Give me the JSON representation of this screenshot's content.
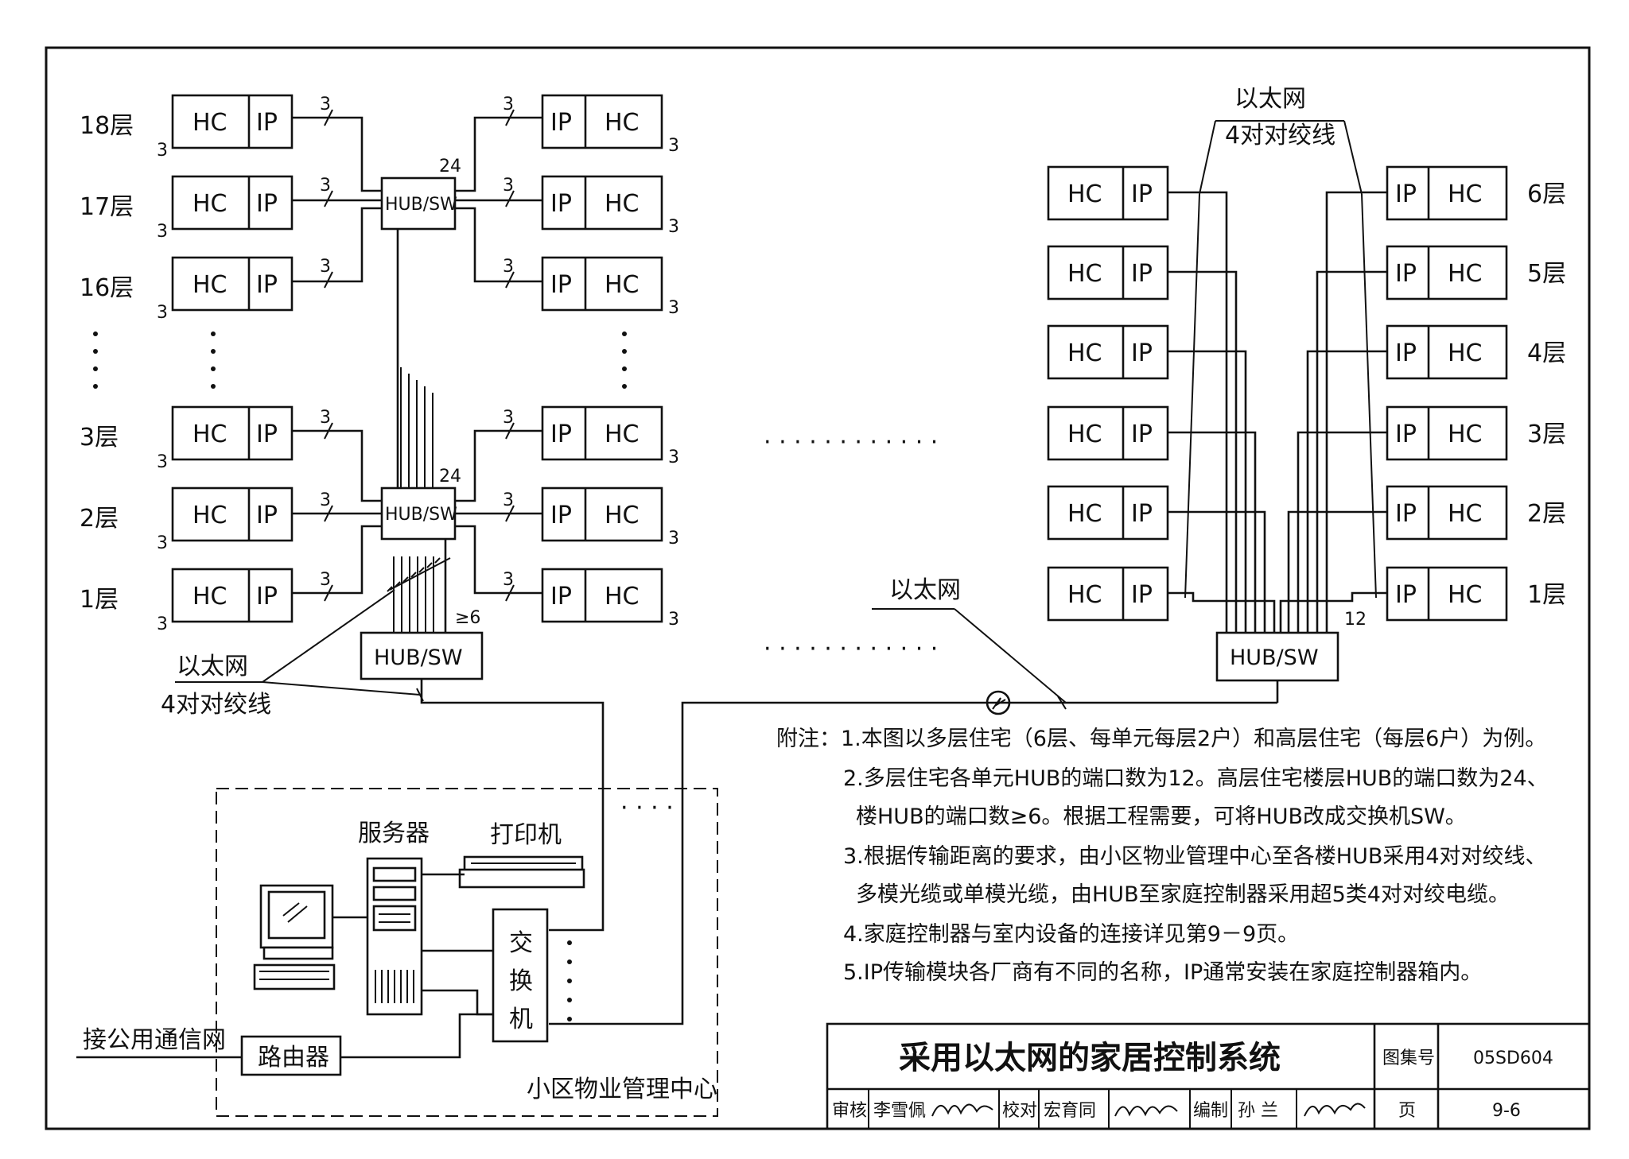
{
  "labels": {
    "hc": "HC",
    "ip": "IP",
    "hub": "HUB/SW",
    "port_count": "3",
    "port_24": "24",
    "port_12": "12",
    "port_ge6": "≥6",
    "ethernet": "以太网",
    "twisted_pair": "4对对绞线",
    "server": "服务器",
    "printer": "打印机",
    "switch_chars": [
      "交",
      "换",
      "机"
    ],
    "router": "路由器",
    "public_net": "接公用通信网",
    "center": "小区物业管理中心",
    "ellipsis_h": "· · · · · · · · · · · ·",
    "ellipsis_short": "· · · ·",
    "ellipsis_v": "·"
  },
  "floors_left": [
    "18层",
    "17层",
    "16层",
    "3层",
    "2层",
    "1层"
  ],
  "floors_right": [
    "6层",
    "5层",
    "4层",
    "3层",
    "2层",
    "1层"
  ],
  "notes": [
    "附注：1.本图以多层住宅（6层、每单元每层2户）和高层住宅（每层6户）为例。",
    "2.多层住宅各单元HUB的端口数为12。高层住宅楼层HUB的端口数为24、",
    "楼HUB的端口数≥6。根据工程需要，可将HUB改成交换机SW。",
    "3.根据传输距离的要求，由小区物业管理中心至各楼HUB采用4对对绞线、",
    "多模光缆或单模光缆，由HUB至家庭控制器采用超5类4对对绞电缆。",
    "4.家庭控制器与室内设备的连接详见第9－9页。",
    "5.IP传输模块各厂商有不同的名称，IP通常安装在家庭控制器箱内。"
  ],
  "title_block": {
    "title": "采用以太网的家居控制系统",
    "atlas_label": "图集号",
    "atlas_no": "05SD604",
    "review_label": "审核",
    "reviewer": "李雪佩",
    "check_label": "校对",
    "checker": "宏育同",
    "draw_label": "编制",
    "drawer": "孙 兰",
    "page_label": "页",
    "page_no": "9-6"
  }
}
